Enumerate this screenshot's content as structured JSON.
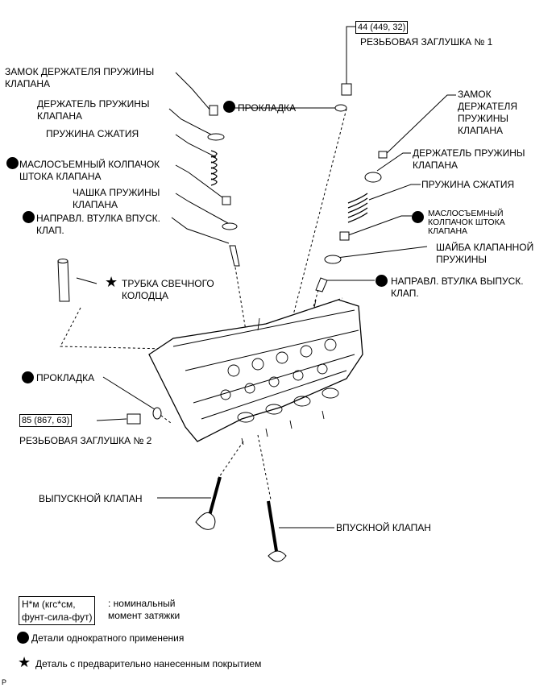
{
  "torque_specs": {
    "plug1": "44 (449, 32)",
    "plug2": "85 (867, 63)"
  },
  "labels": {
    "plug1": "РЕЗЬБОВАЯ ЗАГЛУШКА № 1",
    "plug2": "РЕЗЬБОВАЯ ЗАГЛУШКА № 2",
    "gasket_top": "ПРОКЛАДКА",
    "gasket_left": "ПРОКЛАДКА",
    "lock_left": "ЗАМОК ДЕРЖАТЕЛЯ ПРУЖИНЫ\nКЛАПАНА",
    "retainer_left": "ДЕРЖАТЕЛЬ ПРУЖИНЫ\nКЛАПАНА",
    "spring_left": "ПРУЖИНА СЖАТИЯ",
    "seal_left": "МАСЛОСЪЕМНЫЙ КОЛПАЧОК\nШТОКА КЛАПАНА",
    "seat_left": "ЧАШКА ПРУЖИНЫ\nКЛАПАНА",
    "guide_intake": "НАПРАВЛ. ВТУЛКА ВПУСК.\nКЛАП.",
    "plug_tube": "ТРУБКА СВЕЧНОГО\nКОЛОДЦА",
    "lock_right": "ЗАМОК\nДЕРЖАТЕЛЯ\nПРУЖИНЫ\nКЛАПАНА",
    "retainer_right": "ДЕРЖАТЕЛЬ ПРУЖИНЫ\nКЛАПАНА",
    "spring_right": "ПРУЖИНА СЖАТИЯ",
    "seal_right": "МАСЛОСЪЕМНЫЙ\nКОЛПАЧОК ШТОКА\nКЛАПАНА",
    "washer_right": "ШАЙБА КЛАПАННОЙ\nПРУЖИНЫ",
    "guide_exhaust": "НАПРАВЛ. ВТУЛКА ВЫПУСК.\nКЛАП.",
    "exhaust_valve": "ВЫПУСКНОЙ КЛАПАН",
    "intake_valve": "ВПУСКНОЙ КЛАПАН"
  },
  "legend": {
    "torque_unit": "Н*м (кгс*см,\nфунт-сила-фут)",
    "torque_desc": ": номинальный\nмомент затяжки",
    "non_reusable": "Детали однократного применения",
    "precoated": "Деталь с предварительно нанесенным покрытием"
  },
  "footer_mark": "P",
  "icons": [
    "non-reusable-dot-icon",
    "precoated-star-icon"
  ]
}
